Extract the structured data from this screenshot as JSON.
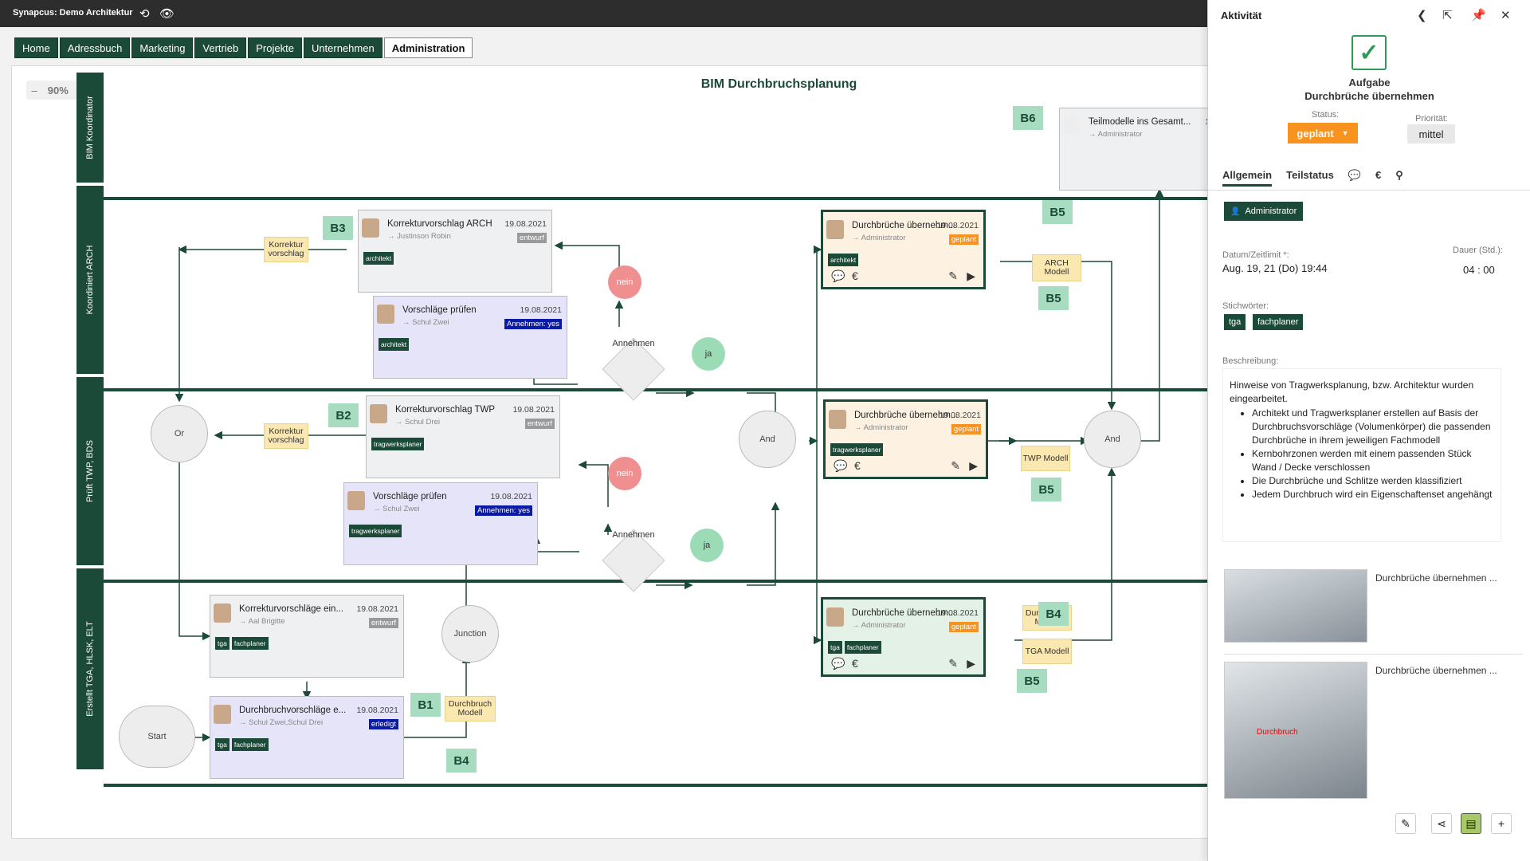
{
  "app": {
    "title": "Synapcus: Demo Architektur",
    "history_icon": "history-icon",
    "eye_icon": "eye-icon"
  },
  "nav": {
    "tabs": [
      {
        "label": "Home"
      },
      {
        "label": "Adressbuch"
      },
      {
        "label": "Marketing"
      },
      {
        "label": "Vertrieb"
      },
      {
        "label": "Projekte"
      },
      {
        "label": "Unternehmen"
      },
      {
        "label": "Administration"
      }
    ]
  },
  "diagram": {
    "title": "BIM Durchbruchsplanung",
    "zoom": "90%",
    "zoom_minus": "–",
    "zoom_plus": "+",
    "lanes": [
      "BIM Koordinator",
      "Koordiniert ARCH",
      "Prüft TWP, BDS",
      "Erstellt TGA, HLSK, ELT"
    ],
    "cards": [
      {
        "title": "Teilmodelle ins Gesamt...",
        "date": "1",
        "assignee": "Administrator"
      },
      {
        "title": "Korrekturvorschlag ARCH",
        "date": "19.08.2021",
        "assignee": "Justinson Robin",
        "badge": "entwurf",
        "tags": [
          "architekt"
        ]
      },
      {
        "title": "Vorschläge prüfen",
        "date": "19.08.2021",
        "assignee": "Schul Zwei",
        "badge": "Annehmen: yes",
        "tags": [
          "architekt"
        ]
      },
      {
        "title": "Korrekturvorschlag TWP",
        "date": "19.08.2021",
        "assignee": "Schul Drei",
        "badge": "entwurf",
        "tags": [
          "tragwerksplaner"
        ]
      },
      {
        "title": "Vorschläge prüfen",
        "date": "19.08.2021",
        "assignee": "Schul Zwei",
        "badge": "Annehmen: yes",
        "tags": [
          "tragwerksplaner"
        ]
      },
      {
        "title": "Korrekturvorschläge ein...",
        "date": "19.08.2021",
        "assignee": "Aal Brigitte",
        "badge": "entwurf",
        "tags": [
          "tga",
          "fachplaner"
        ]
      },
      {
        "title": "Durchbruchvorschläge e...",
        "date": "19.08.2021",
        "assignee": "Schul Zwei,Schul Drei",
        "badge": "erledigt",
        "tags": [
          "tga",
          "fachplaner"
        ]
      },
      {
        "title": "Durchbrüche übernehm...",
        "date": "19.08.2021",
        "assignee": "Administrator",
        "badge": "geplant",
        "tags": [
          "architekt"
        ]
      },
      {
        "title": "Durchbrüche übernehm...",
        "date": "19.08.2021",
        "assignee": "Administrator",
        "badge": "geplant",
        "tags": [
          "tragwerksplaner"
        ]
      },
      {
        "title": "Durchbrüche übernehm...",
        "date": "19.08.2021",
        "assignee": "Administrator",
        "badge": "geplant",
        "tags": [
          "tga",
          "fachplaner"
        ]
      }
    ],
    "gateways": {
      "or": "Or",
      "and1": "And",
      "and2": "And",
      "junction": "Junction",
      "start": "Start",
      "annehmen1": "Annehmen",
      "annehmen2": "Annehmen",
      "nein1": "nein",
      "nein2": "nein",
      "ja1": "ja",
      "ja2": "ja"
    },
    "notes": {
      "korrektur1": "Korrektur vorschlag",
      "korrektur2": "Korrektur vorschlag",
      "arch_modell": "ARCH Modell",
      "twp_modell": "TWP Modell",
      "durchbruch_modell1": "Durchbruch Modell",
      "durchbruch_modell2": "Durchbruch Modell",
      "tga_modell": "TGA Modell"
    },
    "badges": {
      "b1": "B1",
      "b2": "B2",
      "b3": "B3",
      "b4a": "B4",
      "b4b": "B4",
      "b5a": "B5",
      "b5b": "B5",
      "b5c": "B5",
      "b6": "B6"
    }
  },
  "panel": {
    "header": "Aktivität",
    "type": "Aufgabe",
    "name": "Durchbrüche übernehmen",
    "status_label": "Status:",
    "status": "geplant",
    "priority_label": "Priorität:",
    "priority": "mittel",
    "tabs": [
      "Allgemein",
      "Teilstatus"
    ],
    "assignee": "Administrator",
    "deadline_label": "Datum/Zeitlimit *:",
    "deadline": "Aug. 19, 21 (Do) 19:44",
    "duration_label": "Dauer (Std.):",
    "duration": "04 : 00",
    "keywords_label": "Stichwörter:",
    "keywords": [
      "tga",
      "fachplaner"
    ],
    "description_label": "Beschreibung:",
    "description_intro": "Hinweise von Tragwerksplanung, bzw. Architektur wurden eingearbeitet.",
    "description_items": [
      "Architekt und Tragwerksplaner erstellen auf Basis der Durchbruchsvorschläge (Volumenkörper) die passenden Durchbrüche in ihrem jeweiligen Fachmodell",
      "Kernbohrzonen werden mit einem passenden Stück Wand / Decke verschlossen",
      "Die Durchbrüche und Schlitze werden klassifiziert",
      "Jedem Durchbruch wird ein Eigenschaftenset angehängt"
    ],
    "attachments": [
      {
        "title": "Durchbrüche übernehmen ..."
      },
      {
        "title": "Durchbrüche übernehmen ...",
        "overlay": "Durchbruch"
      }
    ]
  },
  "colors": {
    "brand": "#1c4a38",
    "geplant": "#f7931e",
    "entwurf": "#9a9a9a",
    "annehmen": "#0a1aa8"
  }
}
